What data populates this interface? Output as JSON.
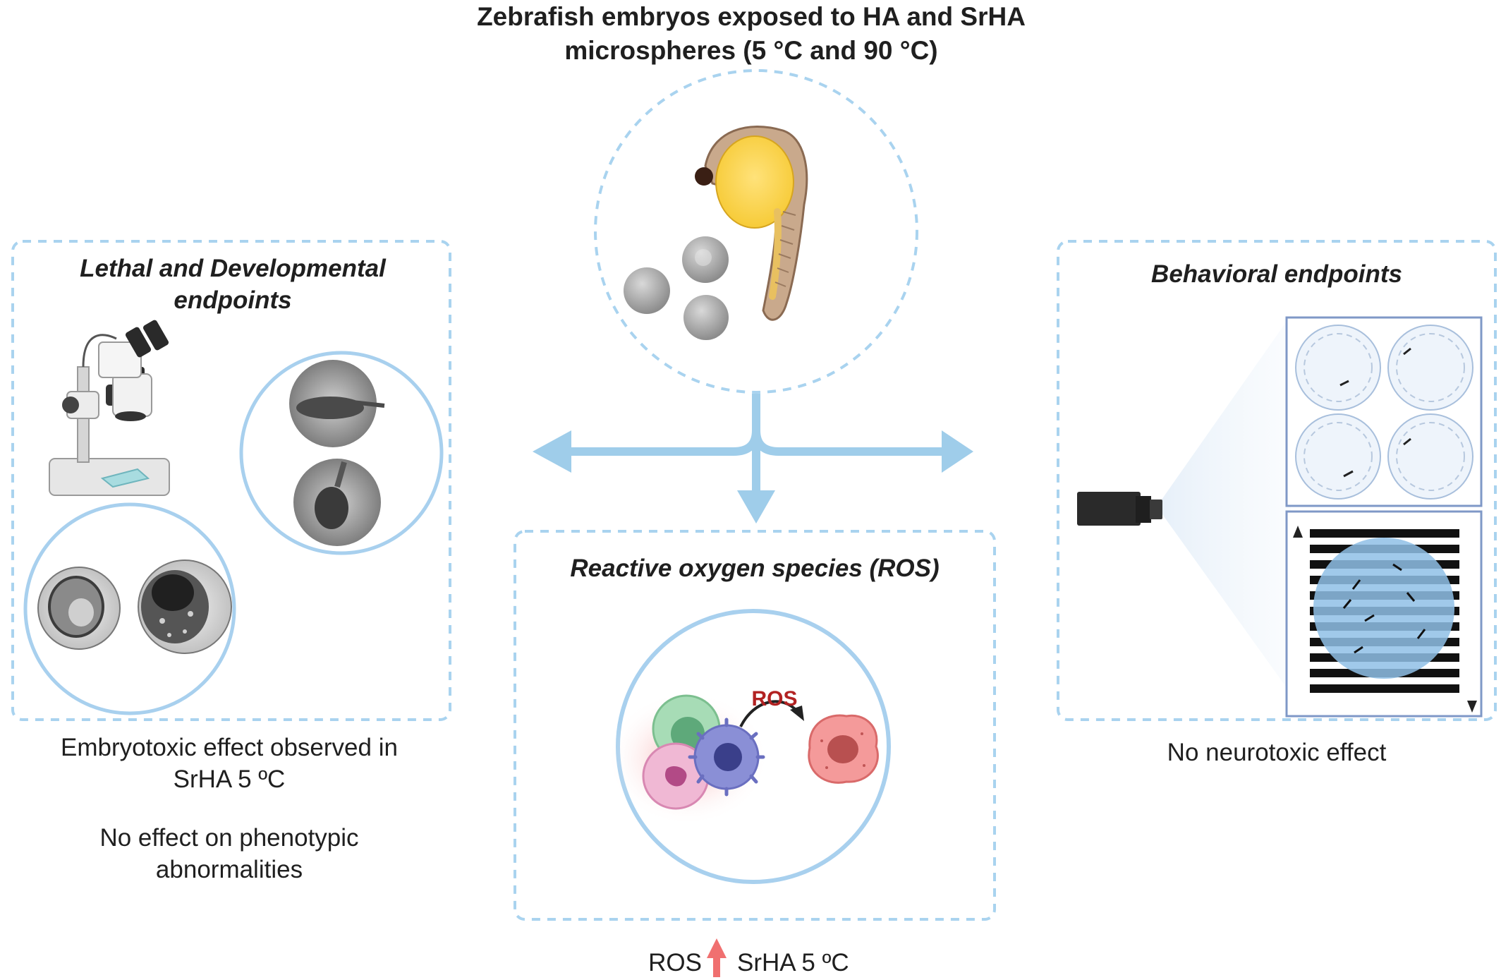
{
  "title": {
    "line1": "Zebrafish embryos exposed to HA and SrHA",
    "line2": "microspheres (5 °C and 90 °C)"
  },
  "left_panel": {
    "title_line1": "Lethal and Developmental",
    "title_line2": "endpoints",
    "caption_line1": "Embryotoxic effect observed in",
    "caption_line2": "SrHA 5 ºC",
    "caption_line3": "No effect on phenotypic",
    "caption_line4": "abnormalities"
  },
  "center_panel": {
    "title": "Reactive oxygen species (ROS)",
    "ros_label": "ROS",
    "caption_left": "ROS",
    "caption_right": "SrHA 5 ºC"
  },
  "right_panel": {
    "title": "Behavioral endpoints",
    "caption": "No neurotoxic effect"
  },
  "colors": {
    "dashed_border": "#a9d3ef",
    "arrow": "#9fcdea",
    "circle_border": "#a8d0ee",
    "ros_red": "#b22222",
    "up_arrow": "#f07070"
  }
}
